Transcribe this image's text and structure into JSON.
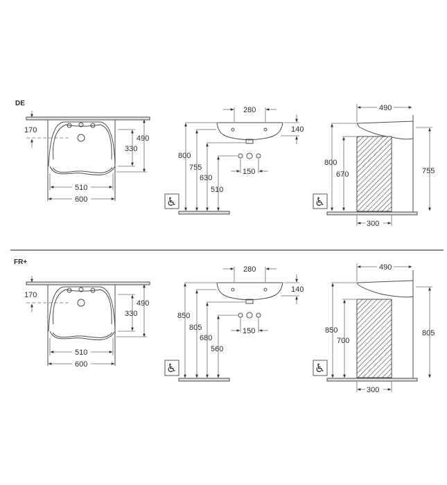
{
  "sections": [
    {
      "label": "DE",
      "top_view": {
        "setback": "170",
        "depth": "490",
        "bowl_depth": "330",
        "bowl_width": "510",
        "width": "600"
      },
      "side_view": {
        "tap_spacing": "280",
        "rim_thickness": "140",
        "rim_height": "800",
        "underside_height": "755",
        "waste_height": "630",
        "supply_height": "510",
        "supply_spacing": "150",
        "icon": "wheelchair-accessible-icon"
      },
      "profile_view": {
        "projection": "490",
        "rim_height": "800",
        "knee_clearance": "670",
        "wall_height": "755",
        "clearance_width": "300",
        "icon": "wheelchair-accessible-icon"
      }
    },
    {
      "label": "FR+",
      "top_view": {
        "setback": "170",
        "depth": "490",
        "bowl_depth": "330",
        "bowl_width": "510",
        "width": "600"
      },
      "side_view": {
        "tap_spacing": "280",
        "rim_thickness": "140",
        "rim_height": "850",
        "underside_height": "805",
        "waste_height": "680",
        "supply_height": "560",
        "supply_spacing": "150",
        "icon": "wheelchair-accessible-icon"
      },
      "profile_view": {
        "projection": "490",
        "rim_height": "850",
        "knee_clearance": "700",
        "wall_height": "805",
        "clearance_width": "300",
        "icon": "wheelchair-accessible-icon"
      }
    }
  ],
  "colors": {
    "line": "#4a4a4a",
    "separator": "#8c8c8c",
    "floor_fill": "#e2e2e2",
    "background": "#ffffff"
  },
  "icons": {
    "wheelchair": "♿"
  }
}
